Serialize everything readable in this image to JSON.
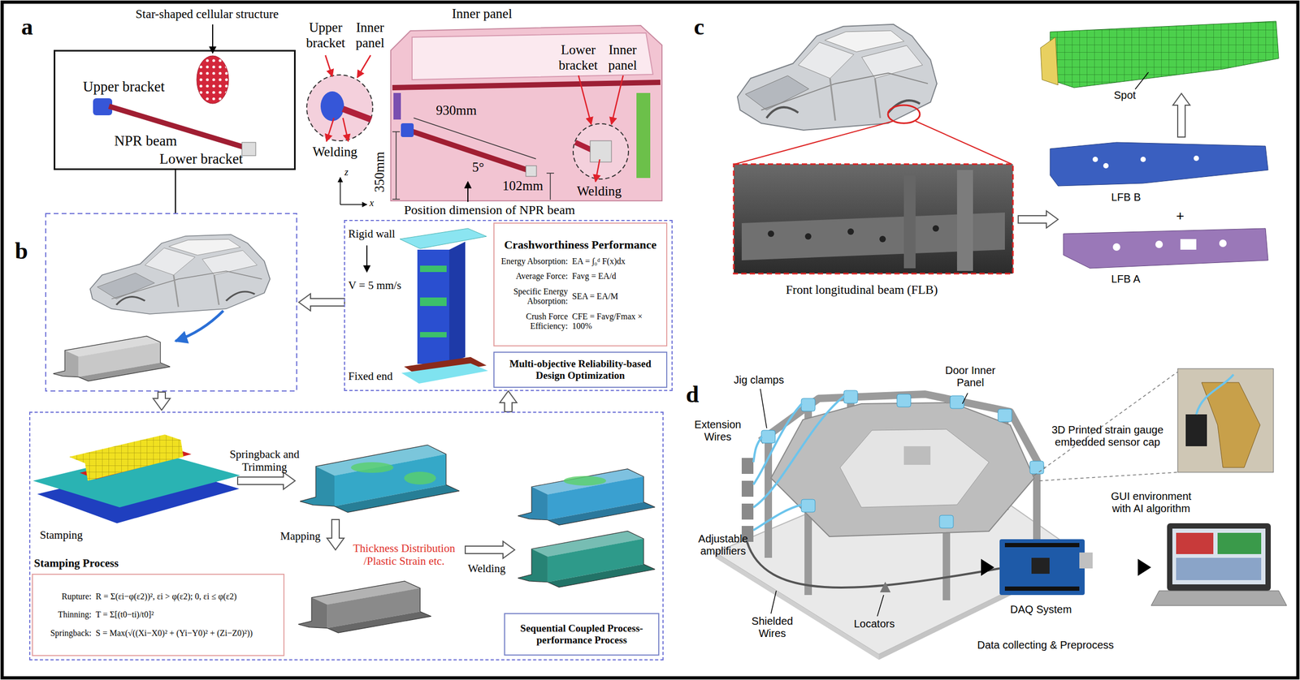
{
  "diagram": {
    "nodes": [
      {
        "text": [
          "Upper bracket",
          "NPR beam",
          "Lower bracket"
        ]
      },
      {
        "text": [
          "Rigid wall",
          "V = 5 mm/s",
          "Fixed end"
        ]
      },
      {
        "text": [
          "Crashworthiness Performance",
          "Energy Absorption:",
          "EA = ∫₀ᵈ F(x)dx",
          "Average Force:",
          "Favg = EA/d",
          "Specific Energy Absorption:",
          "SEA = EA/M",
          "Crush Force Efficiency:",
          "CFE = Favg/Fmax × 100%"
        ],
        "in": 1
      },
      {
        "text": [
          "Multi-objective Reliability-based Design Optimization"
        ],
        "in": 1
      },
      {
        "text": [
          "Stamping",
          "Springback and Trimming",
          "Mapping",
          "Thickness Distribution /Plastic Strain etc.",
          "Welding"
        ]
      },
      {
        "text": [
          "Stamping Process",
          "Rupture:",
          "R = Σ(εi−φ(ε2))², εi > φ(ε2); 0, εi ≤ φ(ε2)",
          "Thinning:",
          "T = Σ[(t0−ti)/t0]²",
          "Springback:",
          "S = Max(√((Xi−X0)² + (Yi−Y0)² + (Zi−Z0)²))"
        ],
        "in": 4
      },
      {
        "text": [
          "Sequential Coupled Process-performance Process"
        ],
        "in": 4
      }
    ],
    "edges": [
      {
        "from": 4,
        "to": 1,
        "arrow": "to"
      }
    ],
    "labels": [
      "a",
      "Star-shaped cellular structure",
      "Upper bracket",
      "Inner panel",
      "Inner panel",
      "Lower bracket",
      "Inner panel",
      "Welding",
      "930mm",
      "350mm",
      "5°",
      "102mm",
      "Welding",
      "Position dimension of NPR beam",
      "z",
      "x",
      "b",
      "c",
      "Spot",
      "LFB B",
      "+",
      "LFB A",
      "Front longitudinal beam (FLB)",
      "d",
      "Jig clamps",
      "Door Inner Panel",
      "Extension Wires",
      "3D Printed strain gauge embedded sensor cap",
      "GUI environment with AI algorithm",
      "Adjustable amplifiers",
      "Shielded Wires",
      "Locators",
      "DAQ System",
      "Data collecting & Preprocess"
    ]
  }
}
